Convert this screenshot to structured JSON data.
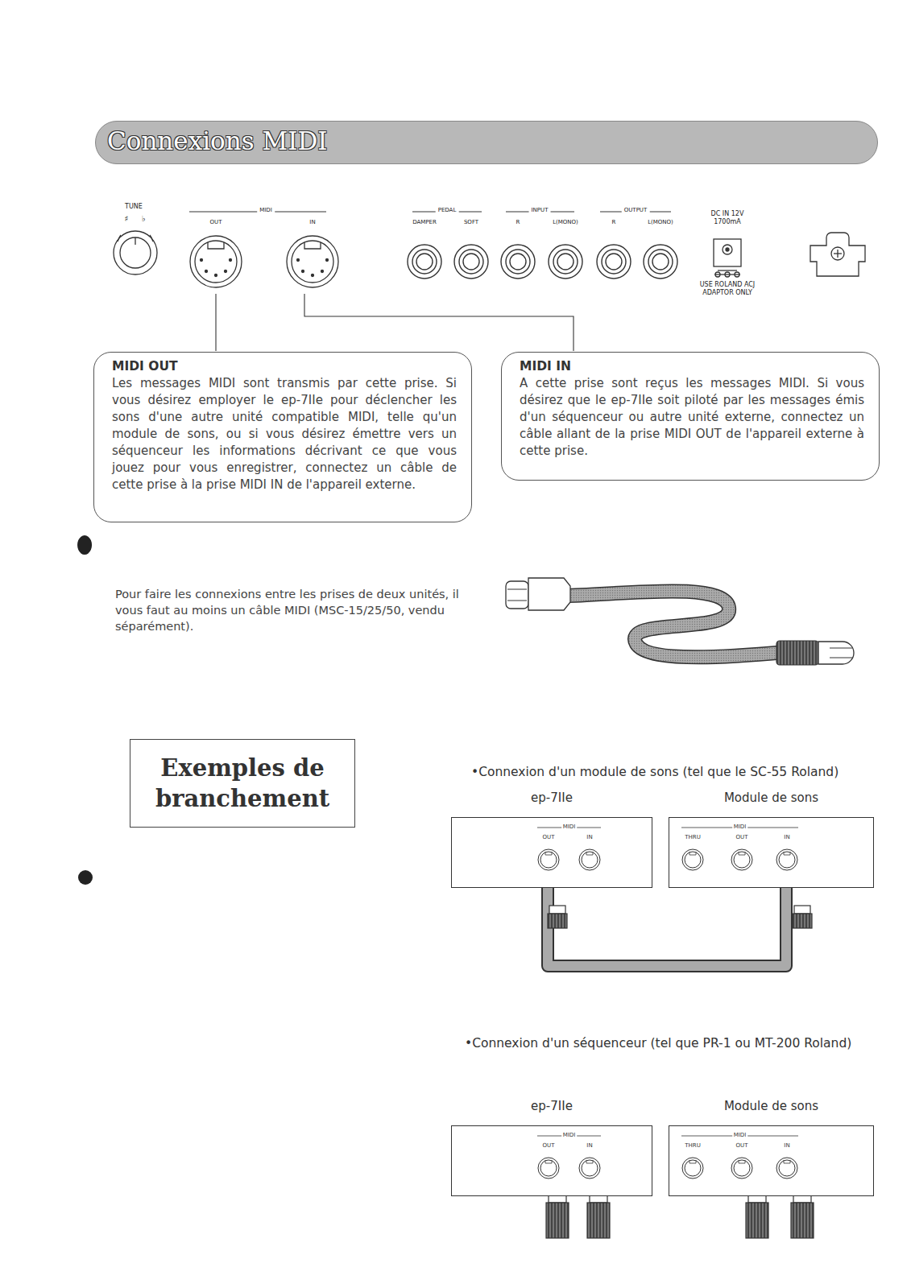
{
  "diagram": {
    "title": "Connexions MIDI",
    "nodes": [
      {
        "text": [
          "MIDI OUT",
          "Les messages MIDI sont transmis par cette prise. Si vous désirez employer le ep-7IIe pour déclencher les sons d'une autre unité compatible MIDI, telle qu'un module de sons, ou si vous désirez émettre vers un séquenceur les informations décrivant ce que vous jouez pour vous enregistrer, connectez un câble de cette prise à la prise MIDI IN de l'appareil externe."
        ]
      },
      {
        "text": [
          "MIDI IN",
          "A cette prise sont reçus les messages MIDI. Si vous désirez que le ep-7IIe soit piloté par les messages émis d'un séquenceur ou autre unité externe, connectez un câble allant de la prise MIDI OUT de l'appareil externe à cette prise."
        ]
      },
      {
        "text": [
          "Exemples de branchement"
        ]
      },
      {
        "text": [
          "ep-7IIe",
          "MIDI",
          "OUT",
          "IN"
        ]
      },
      {
        "text": [
          "Module de sons",
          "MIDI",
          "THRU",
          "OUT",
          "IN"
        ]
      },
      {
        "text": [
          "ep-7IIe",
          "MIDI",
          "OUT",
          "IN"
        ]
      },
      {
        "text": [
          "Module de sons",
          "MIDI",
          "THRU",
          "OUT",
          "IN"
        ]
      }
    ],
    "edges": [
      {
        "from": 3,
        "to": 4,
        "arrow": "none"
      }
    ],
    "labels": [
      "TUNE",
      "♯",
      "♭",
      "MIDI",
      "OUT",
      "IN",
      "PEDAL",
      "DAMPER",
      "SOFT",
      "INPUT",
      "R",
      "L(MONO)",
      "OUTPUT",
      "R",
      "L(MONO)",
      "DC IN 12V 1700mA",
      "USE ROLAND ACJ ADAPTOR ONLY",
      "Pour faire les connexions entre les prises de deux unités, il vous faut au moins un câble MIDI (MSC-15/25/50, vendu séparément).",
      "•Connexion d'un module de sons (tel que le SC-55 Roland)",
      "•Connexion d'un séquenceur (tel que PR-1 ou MT-200 Roland)"
    ]
  }
}
